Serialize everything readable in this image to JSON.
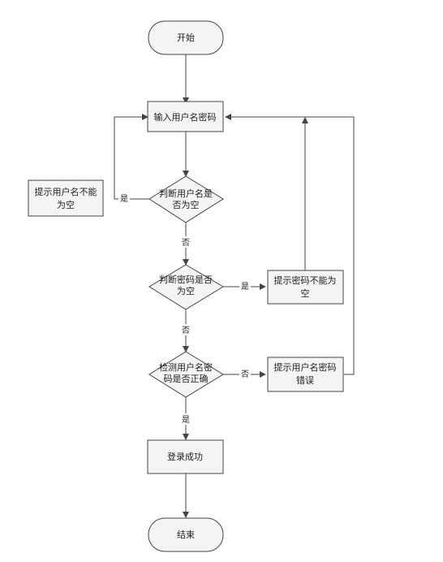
{
  "nodes": {
    "start": "开始",
    "input": "输入用户名密码",
    "check_user_empty": [
      "判断用户名是",
      "否为空"
    ],
    "prompt_user_empty": [
      "提示用户名不能",
      "为空"
    ],
    "check_pwd_empty": [
      "判断密码是否",
      "为空"
    ],
    "prompt_pwd_empty": [
      "提示密码不能为",
      "空"
    ],
    "check_credentials": [
      "检测用户名密",
      "码是否正确"
    ],
    "prompt_wrong": [
      "提示用户名密码",
      "错误"
    ],
    "login_success": "登录成功",
    "end": "结束"
  },
  "edge_labels": {
    "user_empty_yes": "是",
    "user_empty_no": "否",
    "pwd_empty_yes": "是",
    "pwd_empty_no": "否",
    "cred_wrong": "否",
    "cred_ok": "是"
  },
  "colors": {
    "fill": "#f4f4f4",
    "stroke": "#444444"
  }
}
